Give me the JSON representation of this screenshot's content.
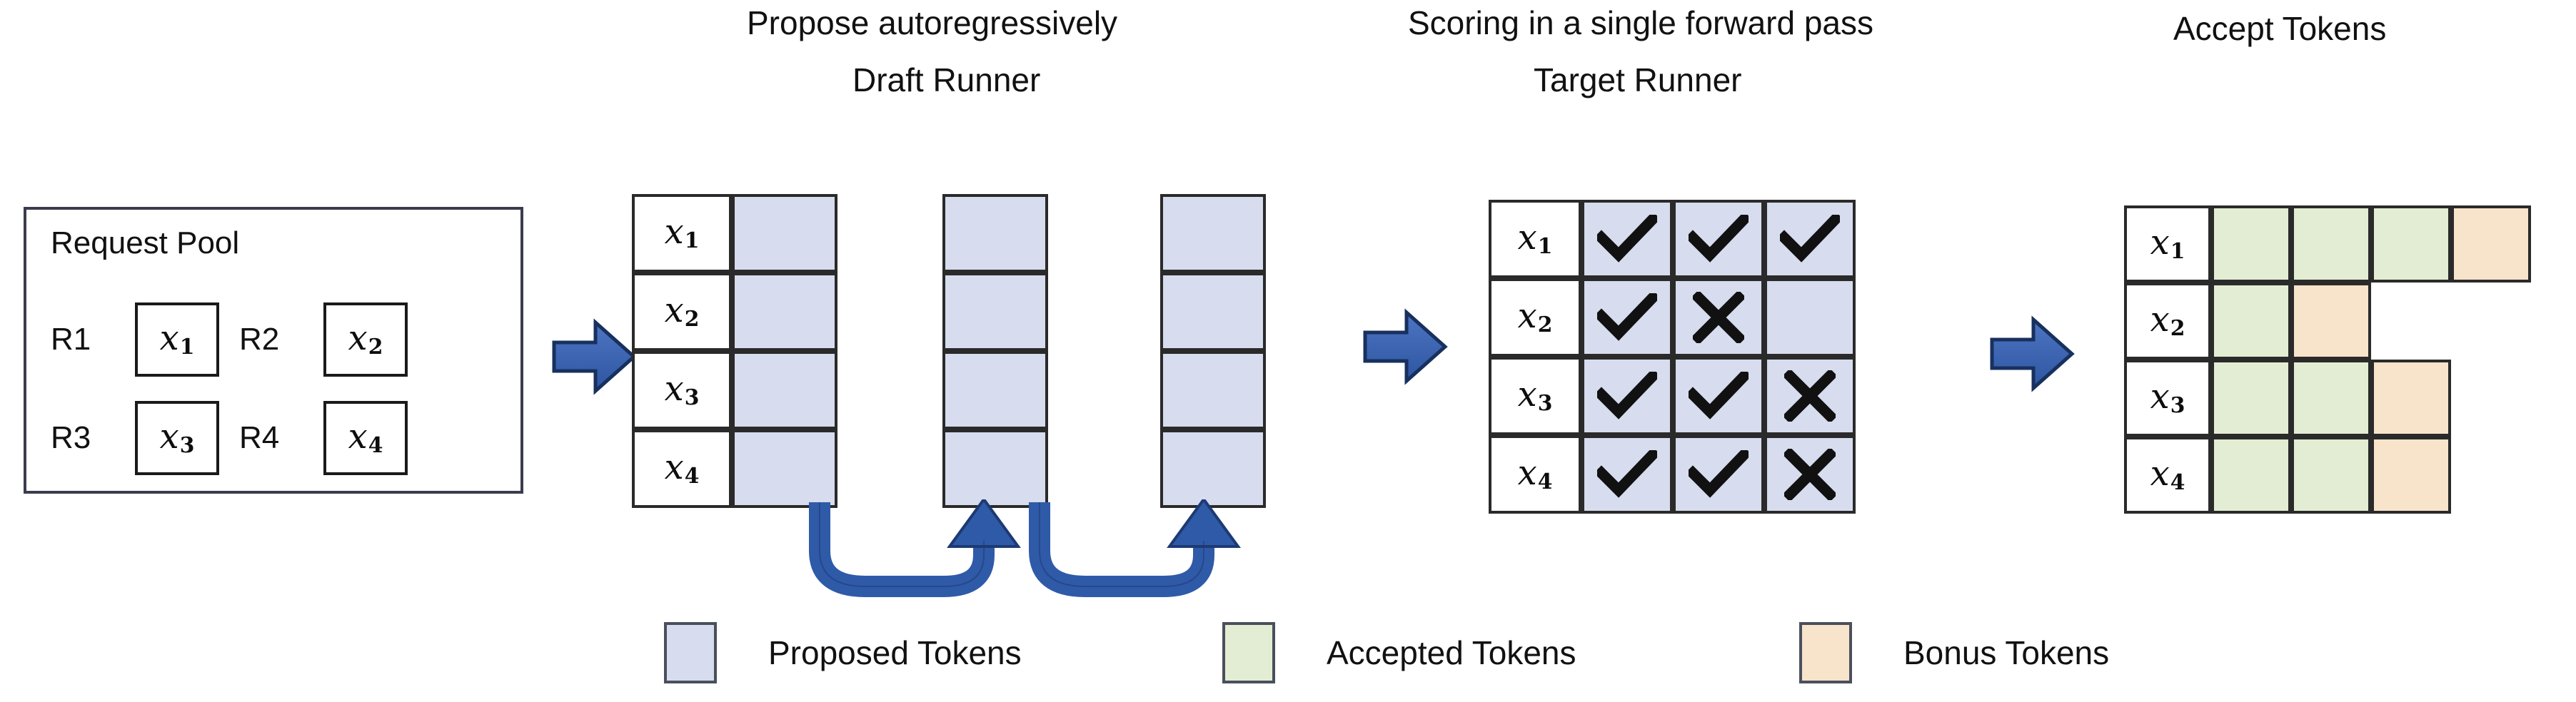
{
  "figure": {
    "background": "#ffffff",
    "palette": {
      "proposed": "#d7dcee",
      "accepted": "#e3edd3",
      "bonus": "#f8e3cb",
      "arrow_blue": "#2f5aa8",
      "grid_line": "#2a2a2a"
    }
  },
  "titles": {
    "draft_stage_caption": "Propose autoregressively",
    "draft_stage_name": "Draft Runner",
    "target_stage_caption": "Scoring in a single forward pass",
    "target_stage_name": "Target Runner",
    "accept_stage_name": "Accept Tokens"
  },
  "request_pool": {
    "title": "Request Pool",
    "requests": [
      {
        "id": "R1",
        "token": "x",
        "sub": "1"
      },
      {
        "id": "R2",
        "token": "x",
        "sub": "2"
      },
      {
        "id": "R3",
        "token": "x",
        "sub": "3"
      },
      {
        "id": "R4",
        "token": "x",
        "sub": "4"
      }
    ]
  },
  "draft_runner": {
    "row_labels": [
      {
        "token": "x",
        "sub": "1"
      },
      {
        "token": "x",
        "sub": "2"
      },
      {
        "token": "x",
        "sub": "3"
      },
      {
        "token": "x",
        "sub": "4"
      }
    ],
    "step_count": 3,
    "cell_fill": "proposed",
    "loop_arrows": 2
  },
  "target_runner": {
    "row_labels": [
      {
        "token": "x",
        "sub": "1"
      },
      {
        "token": "x",
        "sub": "2"
      },
      {
        "token": "x",
        "sub": "3"
      },
      {
        "token": "x",
        "sub": "4"
      }
    ],
    "columns": 3,
    "cell_fill": "proposed",
    "scores": [
      [
        "check",
        "check",
        "check"
      ],
      [
        "check",
        "cross",
        "none"
      ],
      [
        "check",
        "check",
        "cross"
      ],
      [
        "check",
        "check",
        "cross"
      ]
    ]
  },
  "accept_tokens": {
    "row_labels": [
      {
        "token": "x",
        "sub": "1"
      },
      {
        "token": "x",
        "sub": "2"
      },
      {
        "token": "x",
        "sub": "3"
      },
      {
        "token": "x",
        "sub": "4"
      }
    ],
    "rows": [
      [
        "accepted",
        "accepted",
        "accepted",
        "bonus"
      ],
      [
        "accepted",
        "bonus"
      ],
      [
        "accepted",
        "accepted",
        "bonus"
      ],
      [
        "accepted",
        "accepted",
        "bonus"
      ]
    ]
  },
  "legend": [
    {
      "swatch": "proposed",
      "label": "Proposed Tokens"
    },
    {
      "swatch": "accepted",
      "label": "Accepted Tokens"
    },
    {
      "swatch": "bonus",
      "label": "Bonus Tokens"
    }
  ],
  "flow_arrows": [
    {
      "name": "pool-to-draft"
    },
    {
      "name": "draft-to-target"
    },
    {
      "name": "target-to-accept"
    }
  ]
}
